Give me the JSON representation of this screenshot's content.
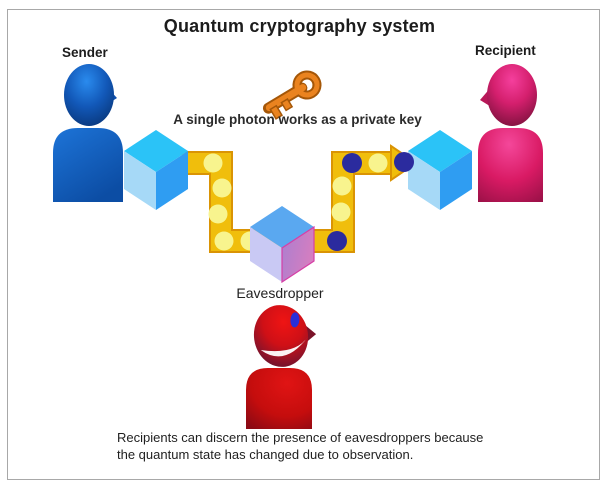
{
  "page": {
    "title": "Quantum cryptography system",
    "sender_label": "Sender",
    "recipient_label": "Recipient",
    "eavesdropper_label": "Eavesdropper",
    "photon_caption": "A single photon works as a private key",
    "footnote_line1": "Recipients can discern the presence of eavesdroppers because",
    "footnote_line2": "the quantum state has changed due to observation.",
    "colors": {
      "sender_blue": "#1464c8",
      "recipient_pink": "#d91a64",
      "eavesdropper_red": "#c50d0d",
      "cube_top": "#2bc3f7",
      "cube_left": "#a6d9f7",
      "cube_right": "#2f9df2",
      "eaves_cube_top": "#5aa8f0",
      "eaves_cube_left": "#c9c9f4",
      "eaves_cube_right": "#c67ec6",
      "path_gold": "#f0be0c",
      "path_outline": "#da9404",
      "photon_dot_yellow": "#f8f48e",
      "altered_dot_navy": "#2b2b9e",
      "key_orange": "#ea831f",
      "frame_gray": "#a8a8a8",
      "text_dark": "#1c1c1c"
    },
    "icons": {
      "key": "key-icon",
      "arrow": "arrow-right-icon",
      "photon": "photon-dot",
      "altered_photon": "altered-photon-dot"
    }
  }
}
